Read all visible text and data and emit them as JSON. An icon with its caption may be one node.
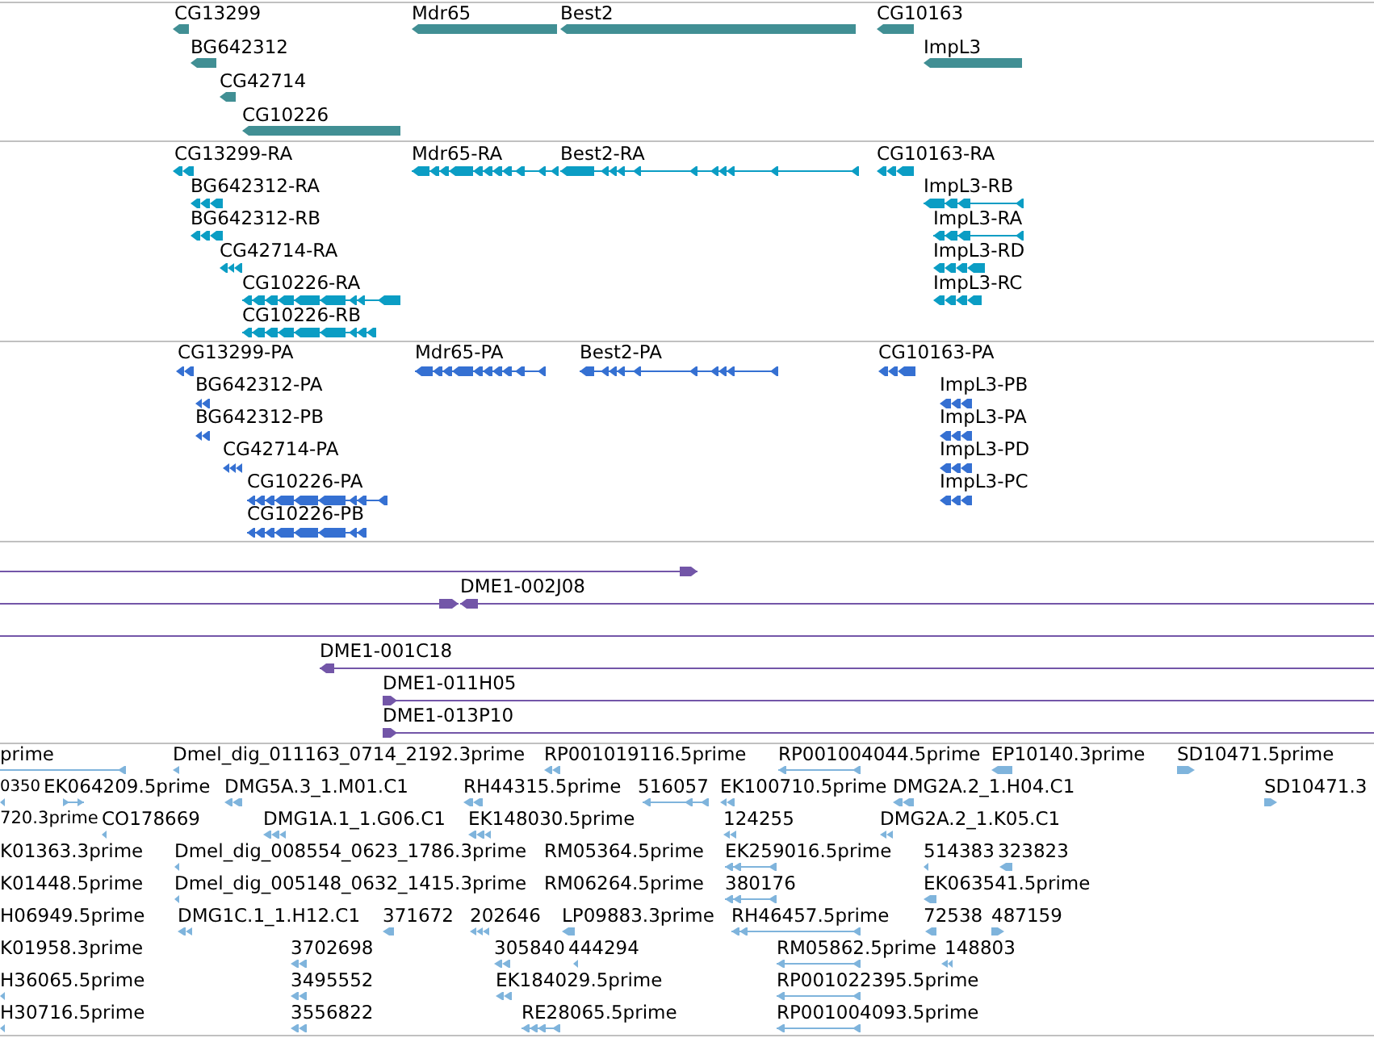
{
  "diagram": {
    "labels": [
      "CG13299",
      "Mdr65",
      "Best2",
      "CG10163",
      "BG642312",
      "ImpL3",
      "CG42714",
      "CG10226",
      "CG13299-RA",
      "Mdr65-RA",
      "Best2-RA",
      "CG10163-RA",
      "BG642312-RA",
      "ImpL3-RB",
      "BG642312-RB",
      "ImpL3-RA",
      "CG42714-RA",
      "ImpL3-RD",
      "CG10226-RA",
      "ImpL3-RC",
      "CG10226-RB",
      "CG13299-PA",
      "Mdr65-PA",
      "Best2-PA",
      "CG10163-PA",
      "BG642312-PA",
      "ImpL3-PB",
      "BG642312-PB",
      "ImpL3-PA",
      "CG42714-PA",
      "ImpL3-PD",
      "CG10226-PA",
      "ImpL3-PC",
      "CG10226-PB",
      "DME1-002J08",
      "DME1-001C18",
      "DME1-011H05",
      "DME1-013P10",
      "prime",
      "Dmel_dig_011163_0714_2192.3prime",
      "RP001019116.5prime",
      "RP001004044.5prime",
      "EP10140.3prime",
      "SD10471.5prime",
      "0350",
      "EK064209.5prime",
      "DMG5A.3_1.M01.C1",
      "RH44315.5prime",
      "516057",
      "EK100710.5prime",
      "DMG2A.2_1.H04.C1",
      "SD10471.3",
      "720.3prime",
      "CO178669",
      "DMG1A.1_1.G06.C1",
      "EK148030.5prime",
      "124255",
      "DMG2A.2_1.K05.C1",
      "K01363.3prime",
      "Dmel_dig_008554_0623_1786.3prime",
      "RM05364.5prime",
      "EK259016.5prime",
      "514383",
      "323823",
      "K01448.5prime",
      "Dmel_dig_005148_0632_1415.3prime",
      "RM06264.5prime",
      "380176",
      "EK063541.5prime",
      "H06949.5prime",
      "DMG1C.1_1.H12.C1",
      "371672",
      "202646",
      "LP09883.3prime",
      "RH46457.5prime",
      "72538",
      "487159",
      "K01958.3prime",
      "3702698",
      "305840",
      "444294",
      "RM05862.5prime",
      "148803",
      "H36065.5prime",
      "3495552",
      "EK184029.5prime",
      "RP001022395.5prime",
      "H30716.5prime",
      "3556822",
      "RE28065.5prime",
      "RP001004093.5prime"
    ]
  }
}
